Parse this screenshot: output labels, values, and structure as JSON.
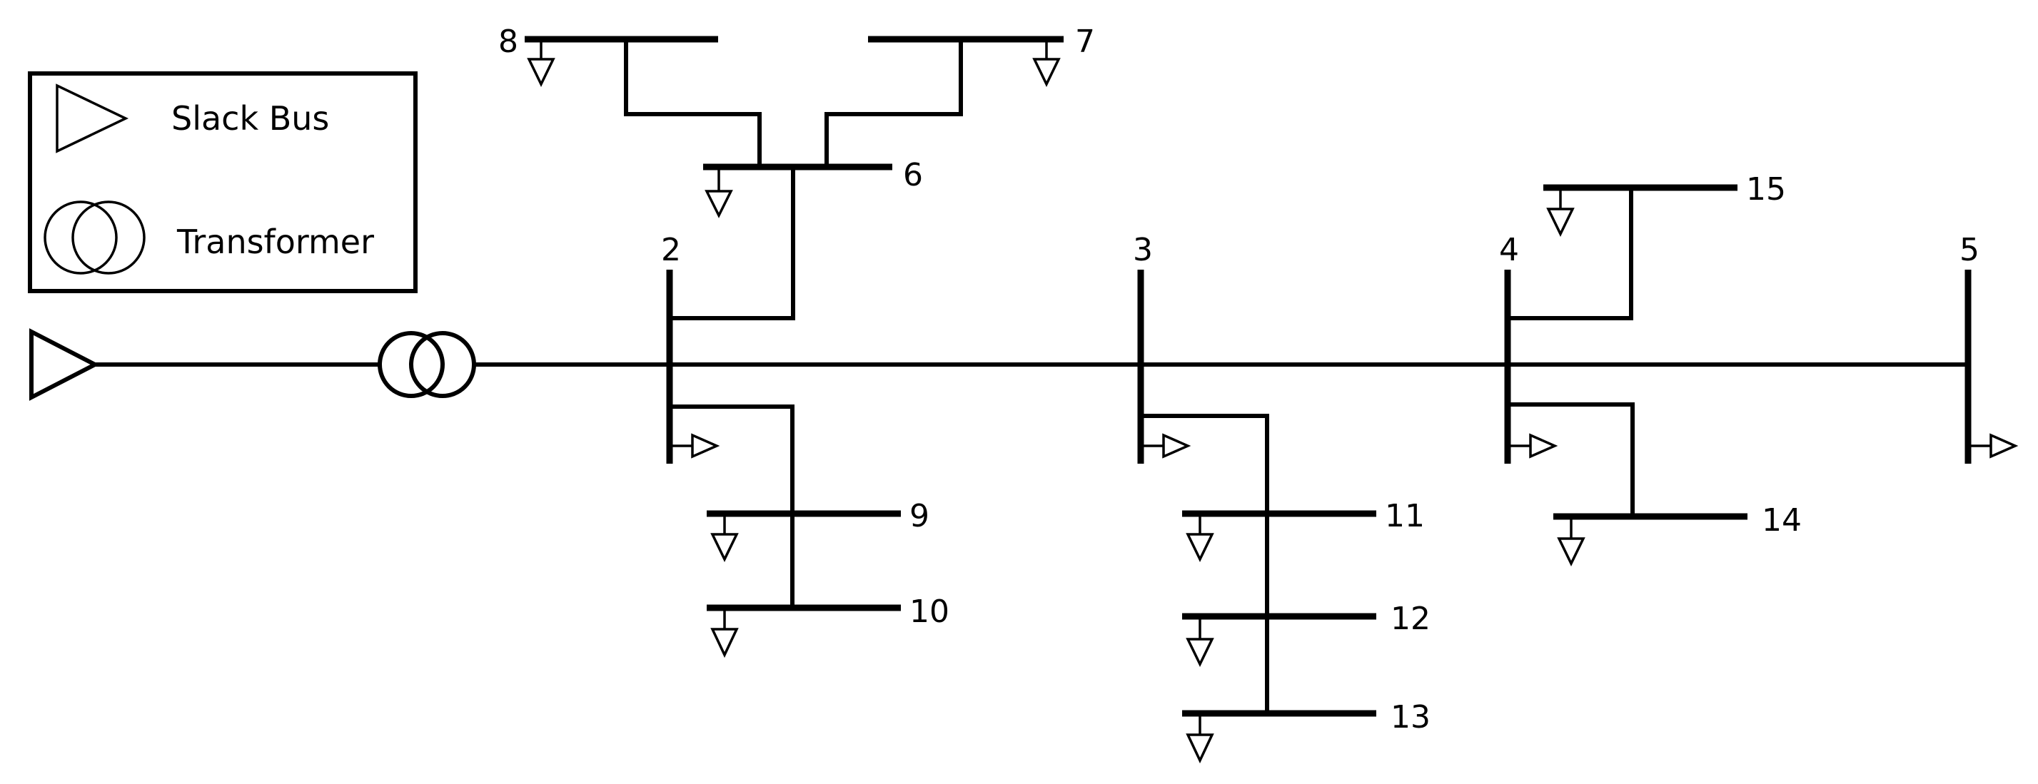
{
  "legend": {
    "slack_label": "Slack Bus",
    "transformer_label": "Transformer"
  },
  "buses": {
    "b2": "2",
    "b3": "3",
    "b4": "4",
    "b5": "5",
    "b6": "6",
    "b7": "7",
    "b8": "8",
    "b9": "9",
    "b10": "10",
    "b11": "11",
    "b12": "12",
    "b13": "13",
    "b14": "14",
    "b15": "15"
  },
  "colors": {
    "line": "#000000",
    "background": "#ffffff"
  }
}
